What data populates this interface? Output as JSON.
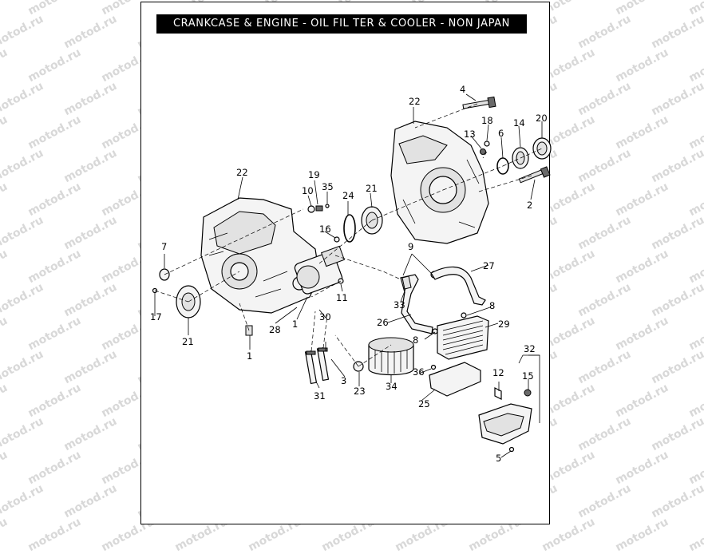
{
  "title": "CRANKCASE & ENGINE - OIL FIL TER & COOLER - NON JAPAN",
  "watermark": "motod.ru",
  "colors": {
    "ink": "#000000",
    "watermark": "#cccccc",
    "title_bg": "#000000",
    "title_fg": "#ffffff"
  },
  "callouts": {
    "c1a": "1",
    "c1b": "1",
    "c2": "2",
    "c3": "3",
    "c4": "4",
    "c5": "5",
    "c6": "6",
    "c7": "7",
    "c8a": "8",
    "c8b": "8",
    "c9": "9",
    "c10": "10",
    "c11": "11",
    "c12": "12",
    "c13": "13",
    "c14": "14",
    "c15": "15",
    "c16": "16",
    "c17": "17",
    "c18": "18",
    "c19": "19",
    "c20": "20",
    "c21a": "21",
    "c21b": "21",
    "c22a": "22",
    "c22b": "22",
    "c23": "23",
    "c24": "24",
    "c25": "25",
    "c26": "26",
    "c27": "27",
    "c28": "28",
    "c29": "29",
    "c30": "30",
    "c31": "31",
    "c32": "32",
    "c33": "33",
    "c34": "34",
    "c35": "35",
    "c36": "36"
  }
}
